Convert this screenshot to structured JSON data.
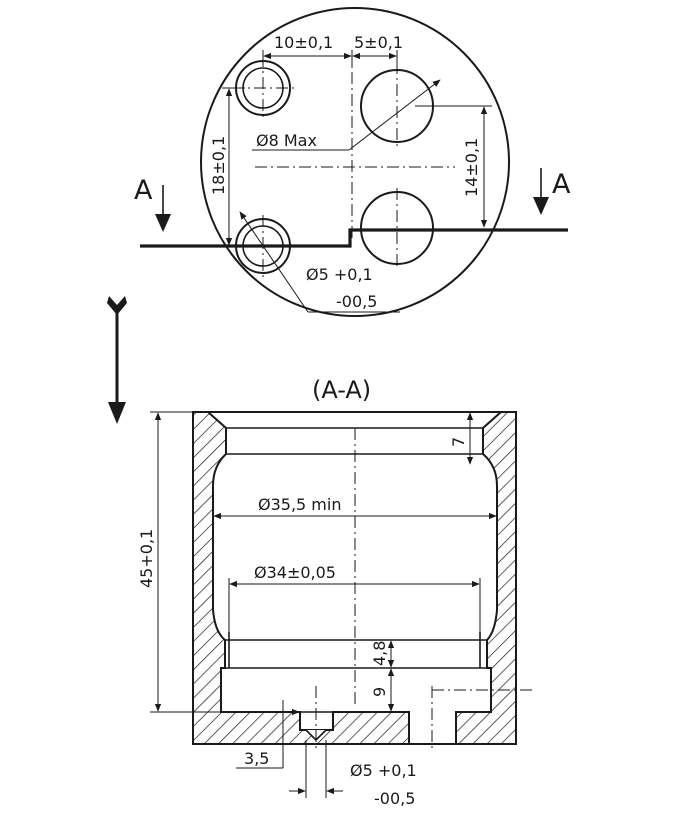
{
  "top_view": {
    "dim_holes_horizontal": "10±0,1",
    "dim_offset": "5±0,1",
    "dim_holes_vertical": "18±0,1",
    "dim_right_vertical": "14±0,1",
    "dim_large_hole": "Ø8 Max",
    "dim_small_hole_line1": "Ø5 +0,1",
    "dim_small_hole_line2": "-00,5",
    "section_marker_left": "A",
    "section_marker_right": "A"
  },
  "section_view": {
    "title": "(A-A)",
    "dim_height": "45+0,1",
    "dim_top_chamfer": "7",
    "dim_bore_min": "Ø35,5 min",
    "dim_bore": "Ø34±0,05",
    "dim_step": "4,8",
    "dim_base": "9",
    "dim_pin_offset": "3,5",
    "dim_pin_hole_line1": "Ø5 +0,1",
    "dim_pin_hole_line2": "-00,5"
  }
}
